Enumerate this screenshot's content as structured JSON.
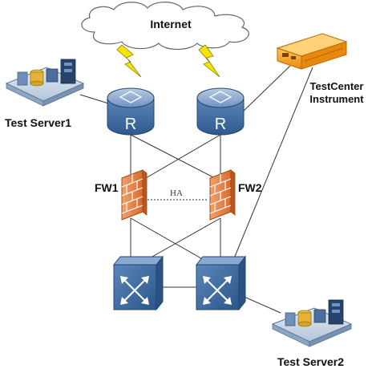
{
  "labels": {
    "internet": "Internet",
    "test_server1": "Test Server1",
    "testcenter_line1": "TestCenter",
    "testcenter_line2": "Instrument",
    "fw1": "FW1",
    "fw2": "FW2",
    "ha": "HA",
    "test_server2": "Test Server2",
    "router_glyph": "R"
  },
  "colors": {
    "router_top": "#7a9cc6",
    "router_body": "#3f6ea6",
    "firewall": "#e8844a",
    "switch_body": "#3f6ea6",
    "testcenter": "#f39a1c",
    "lightning": "#f5e400",
    "links": "#333333"
  },
  "icons": [
    "cloud-icon",
    "lightning-icon",
    "router-icon",
    "firewall-icon",
    "switch-icon",
    "server-icon",
    "testcenter-icon"
  ]
}
